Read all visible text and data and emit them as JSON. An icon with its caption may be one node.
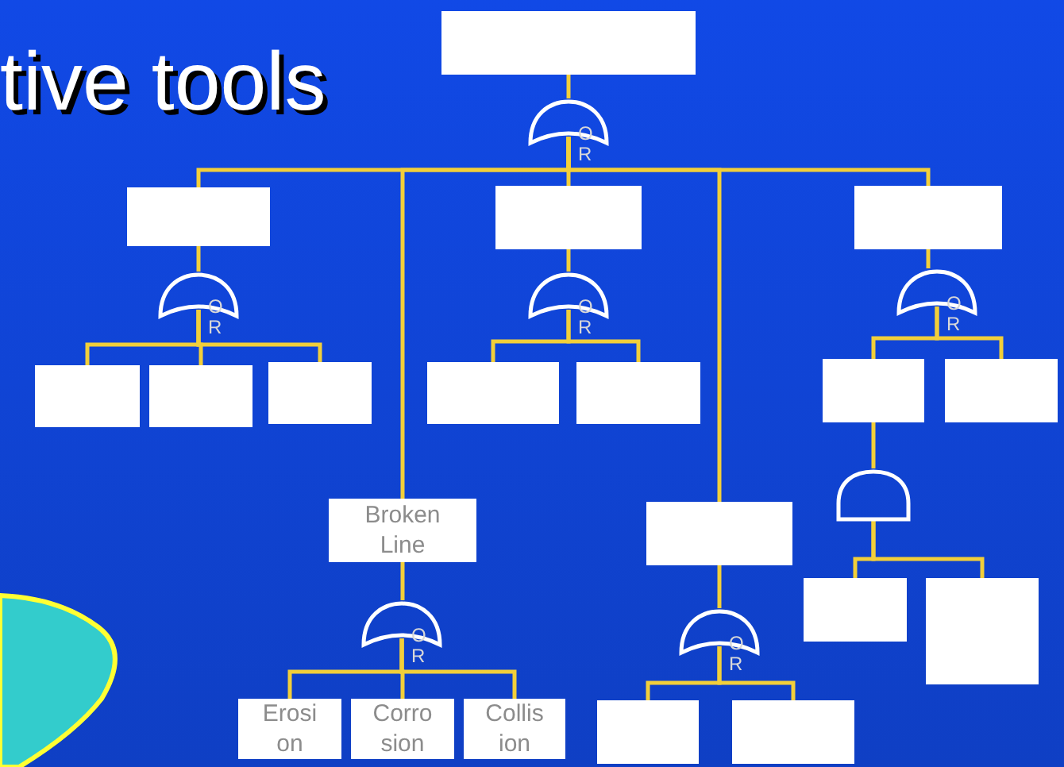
{
  "diagram": {
    "title": "tive tools",
    "nodes": [
      {
        "text": [],
        "shape": "box"
      },
      {
        "text": [
          "O R"
        ]
      },
      {
        "text": [],
        "shape": "box"
      },
      {
        "text": [],
        "shape": "box"
      },
      {
        "text": [],
        "shape": "box"
      },
      {
        "text": [
          "O R"
        ]
      },
      {
        "text": [
          "O R"
        ]
      },
      {
        "text": [
          "O R"
        ]
      },
      {
        "text": [],
        "shape": "box"
      },
      {
        "text": [],
        "shape": "box"
      },
      {
        "text": [],
        "shape": "box"
      },
      {
        "text": [],
        "shape": "box"
      },
      {
        "text": [],
        "shape": "box"
      },
      {
        "text": [],
        "shape": "box"
      },
      {
        "text": [],
        "shape": "box"
      },
      {
        "text": [],
        "shape": "gate"
      },
      {
        "text": [
          "Broken Line"
        ]
      },
      {
        "text": [],
        "shape": "box"
      },
      {
        "text": [
          "O R"
        ]
      },
      {
        "text": [
          "O R"
        ]
      },
      {
        "text": [],
        "shape": "box"
      },
      {
        "text": [],
        "shape": "box"
      },
      {
        "text": [
          "Erosi on"
        ]
      },
      {
        "text": [
          "Corro sion"
        ]
      },
      {
        "text": [
          "Collis ion"
        ]
      },
      {
        "text": [],
        "shape": "box"
      },
      {
        "text": [],
        "shape": "box"
      },
      {
        "text": [],
        "shape": "blob"
      }
    ],
    "edges": [
      {
        "from": 0,
        "to": 1,
        "arrow": "none"
      },
      {
        "from": 1,
        "to": 2,
        "arrow": "none"
      },
      {
        "from": 1,
        "to": 3,
        "arrow": "none"
      },
      {
        "from": 1,
        "to": 4,
        "arrow": "none"
      },
      {
        "from": 1,
        "to": 16,
        "arrow": "none"
      },
      {
        "from": 1,
        "to": 17,
        "arrow": "none"
      },
      {
        "from": 2,
        "to": 5,
        "arrow": "none"
      },
      {
        "from": 3,
        "to": 6,
        "arrow": "none"
      },
      {
        "from": 4,
        "to": 7,
        "arrow": "none"
      },
      {
        "from": 5,
        "to": 8,
        "arrow": "none"
      },
      {
        "from": 5,
        "to": 9,
        "arrow": "none"
      },
      {
        "from": 5,
        "to": 10,
        "arrow": "none"
      },
      {
        "from": 6,
        "to": 11,
        "arrow": "none"
      },
      {
        "from": 6,
        "to": 12,
        "arrow": "none"
      },
      {
        "from": 7,
        "to": 13,
        "arrow": "none"
      },
      {
        "from": 7,
        "to": 14,
        "arrow": "none"
      },
      {
        "from": 13,
        "to": 15,
        "arrow": "none"
      },
      {
        "from": 15,
        "to": 20,
        "arrow": "none"
      },
      {
        "from": 15,
        "to": 21,
        "arrow": "none"
      },
      {
        "from": 16,
        "to": 18,
        "arrow": "none"
      },
      {
        "from": 17,
        "to": 19,
        "arrow": "none"
      },
      {
        "from": 18,
        "to": 22,
        "arrow": "none"
      },
      {
        "from": 18,
        "to": 23,
        "arrow": "none"
      },
      {
        "from": 18,
        "to": 24,
        "arrow": "none"
      },
      {
        "from": 19,
        "to": 25,
        "arrow": "none"
      },
      {
        "from": 19,
        "to": 26,
        "arrow": "none"
      }
    ]
  }
}
